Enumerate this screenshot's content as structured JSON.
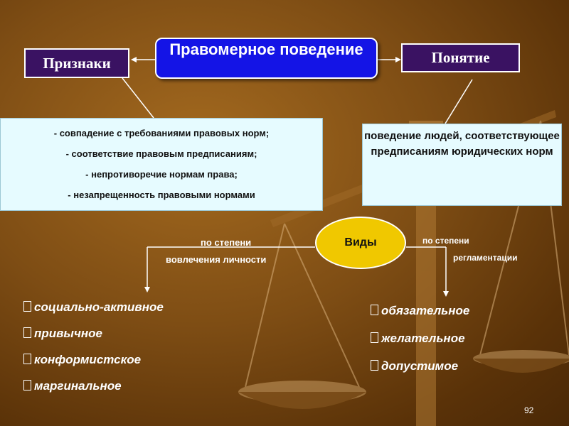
{
  "title": "Правомерное поведение",
  "signs": {
    "label": "Признаки",
    "items": [
      "- совпадение с требованиями правовых норм;",
      "- соответствие правовым предписаниям;",
      "- непротиворечие нормам права;",
      "- незапрещенность правовыми нормами"
    ]
  },
  "concept": {
    "label": "Понятие",
    "definition": "поведение людей, соответствующее предписаниям юридических норм"
  },
  "types": {
    "label": "Виды",
    "left_criterion_line1": "по степени",
    "left_criterion_line2": "вовлечения личности",
    "right_criterion_line1": "по степени",
    "right_criterion_line2": "регламентации",
    "left_items": [
      "социально-активное",
      "привычное",
      "конформистское",
      "маргинальное"
    ],
    "right_items": [
      "обязательное",
      "желательное",
      "допустимое"
    ]
  },
  "page_number": "92",
  "colors": {
    "title_box": "#1414e6",
    "label_box": "#3a1262",
    "content_box": "#e6fbff",
    "types_oval": "#f0c800"
  }
}
